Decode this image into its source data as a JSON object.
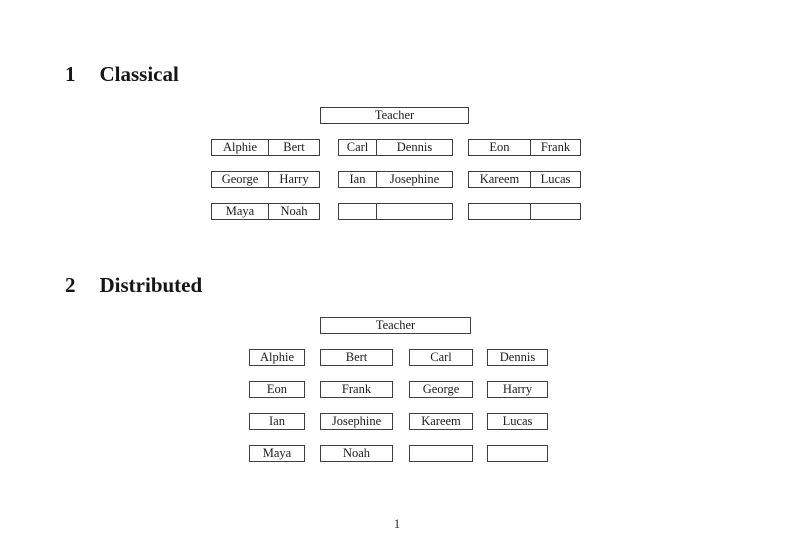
{
  "footer": {
    "page_number": "1"
  },
  "sections": [
    {
      "number": "1",
      "title": "Classical",
      "teacher_label": "Teacher",
      "rows": [
        {
          "desks": [
            {
              "seats": [
                "Alphie",
                "Bert"
              ]
            },
            {
              "seats": [
                "Carl",
                "Dennis"
              ]
            },
            {
              "seats": [
                "Eon",
                "Frank"
              ]
            }
          ]
        },
        {
          "desks": [
            {
              "seats": [
                "George",
                "Harry"
              ]
            },
            {
              "seats": [
                "Ian",
                "Josephine"
              ]
            },
            {
              "seats": [
                "Kareem",
                "Lucas"
              ]
            }
          ]
        },
        {
          "desks": [
            {
              "seats": [
                "Maya",
                "Noah"
              ]
            },
            {
              "seats": [
                "",
                ""
              ]
            },
            {
              "seats": [
                "",
                ""
              ]
            }
          ]
        }
      ]
    },
    {
      "number": "2",
      "title": "Distributed",
      "teacher_label": "Teacher",
      "rows": [
        {
          "desks": [
            "Alphie",
            "Bert",
            "Carl",
            "Dennis"
          ]
        },
        {
          "desks": [
            "Eon",
            "Frank",
            "George",
            "Harry"
          ]
        },
        {
          "desks": [
            "Ian",
            "Josephine",
            "Kareem",
            "Lucas"
          ]
        },
        {
          "desks": [
            "Maya",
            "Noah",
            "",
            ""
          ]
        }
      ]
    }
  ]
}
